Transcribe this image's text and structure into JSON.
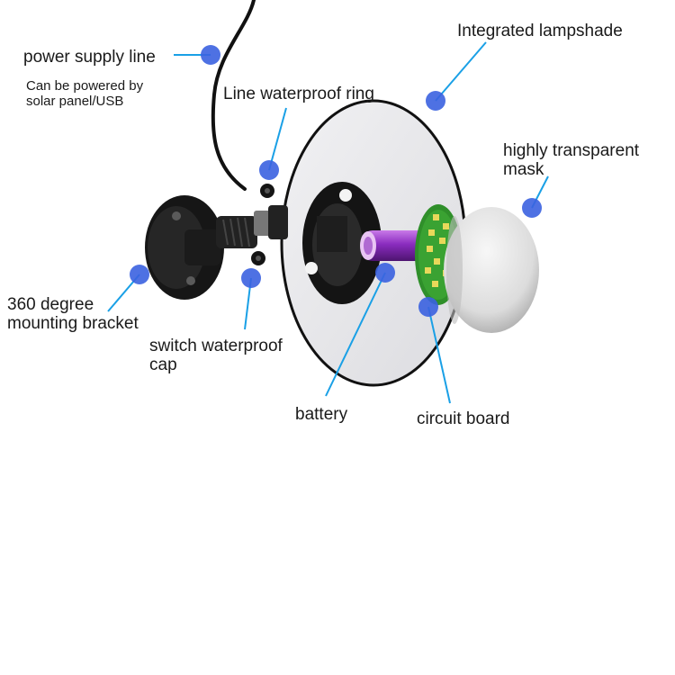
{
  "colors": {
    "leader": "#1aa0e6",
    "dot": "#3b62e0",
    "battery": "#8a2cbf",
    "board": "#2f8f2a",
    "led": "#e8d85a",
    "lampshade": "#e9e9ec",
    "bracket": "#161616"
  },
  "labels": {
    "power_supply_line": "power supply line",
    "solar_note_1": "Can be powered by",
    "solar_note_2": "solar panel/USB",
    "line_waterproof_ring": "Line waterproof ring",
    "integrated_lampshade": "Integrated lampshade",
    "transparent_mask_1": "highly transparent",
    "transparent_mask_2": "mask",
    "mounting_bracket_1": "360 degree",
    "mounting_bracket_2": "mounting bracket",
    "switch_cap_1": "switch waterproof",
    "switch_cap_2": "cap",
    "battery": "battery",
    "circuit_board": "circuit board"
  }
}
